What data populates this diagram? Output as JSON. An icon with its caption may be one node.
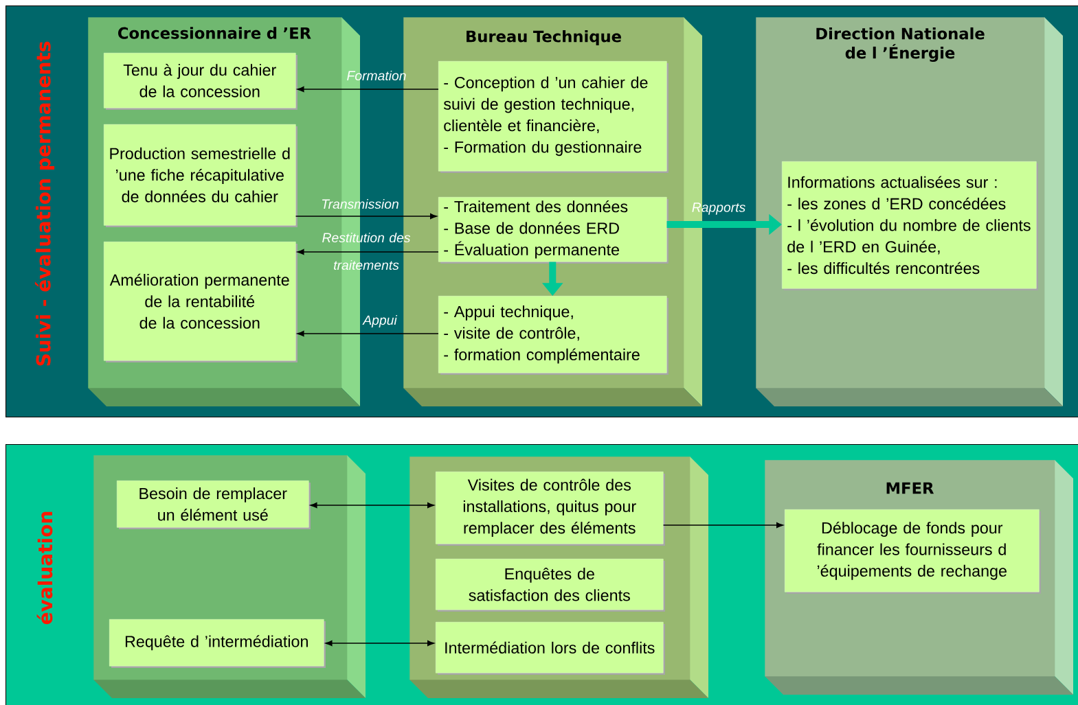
{
  "diagram": {
    "nodes": [
      {
        "text": [
          "Suivi - évaluation permanents"
        ]
      },
      {
        "text": [
          "Concessionnaire d ’ER"
        ],
        "in": 0
      },
      {
        "text": [
          "Tenu à jour du cahier de la concession"
        ],
        "in": 1
      },
      {
        "text": [
          "Production semestrielle d ’une fiche récapitulative de données du cahier"
        ],
        "in": 1
      },
      {
        "text": [
          "Amélioration permanente de la rentabilité de la concession"
        ],
        "in": 1
      },
      {
        "text": [
          "Bureau Technique"
        ],
        "in": 0
      },
      {
        "text": [
          "- Conception d ’un cahier de suivi de gestion technique, clientèle et financière,",
          "- Formation du gestionnaire"
        ],
        "in": 5
      },
      {
        "text": [
          "- Traitement des données",
          "- Base de données ERD",
          "- Évaluation permanente"
        ],
        "in": 5
      },
      {
        "text": [
          "- Appui technique,",
          "- visite de contrôle,",
          "- formation complémentaire"
        ],
        "in": 5
      },
      {
        "text": [
          "Direction Nationale de l ’Énergie"
        ],
        "in": 0
      },
      {
        "text": [
          "Informations actualisées sur :",
          "- les zones d ’ERD concédées",
          "- l ’évolution du nombre de clients de l ’ERD en Guinée,",
          "- les difficultés rencontrées"
        ],
        "in": 9
      },
      {
        "text": [
          "évaluation"
        ]
      },
      {
        "text": [],
        "shape": "box",
        "in": 11
      },
      {
        "text": [
          "Besoin de remplacer un élément usé"
        ],
        "in": 12
      },
      {
        "text": [
          "Requête d ’intermédiation"
        ],
        "in": 12
      },
      {
        "text": [],
        "shape": "box",
        "in": 11
      },
      {
        "text": [
          "Visites de contrôle des installations, quitus pour remplacer des éléments"
        ],
        "in": 15
      },
      {
        "text": [
          "Enquêtes de satisfaction des clients"
        ],
        "in": 15
      },
      {
        "text": [
          "Intermédiation lors de conflits"
        ],
        "in": 15
      },
      {
        "text": [
          "MFER"
        ],
        "in": 11
      },
      {
        "text": [
          "Déblocage de fonds pour financer les fournisseurs d ’équipements de rechange"
        ],
        "in": 19
      }
    ],
    "edges": [
      {
        "from": 6,
        "to": 2,
        "arrow": "to",
        "label": "Formation"
      },
      {
        "from": 3,
        "to": 7,
        "arrow": "to",
        "label": "Transmission"
      },
      {
        "from": 7,
        "to": 4,
        "arrow": "to",
        "label": "Restitution des traitements"
      },
      {
        "from": 8,
        "to": 4,
        "arrow": "to",
        "label": "Appui"
      },
      {
        "from": 7,
        "to": 10,
        "arrow": "to",
        "label": "Rapports",
        "style": "thick",
        "color": "#00c896"
      },
      {
        "from": 7,
        "to": 8,
        "arrow": "to",
        "style": "thick",
        "color": "#00c896"
      },
      {
        "from": 13,
        "to": 16,
        "arrow": "both"
      },
      {
        "from": 14,
        "to": 18,
        "arrow": "both"
      },
      {
        "from": 16,
        "to": 20,
        "arrow": "to"
      }
    ]
  }
}
